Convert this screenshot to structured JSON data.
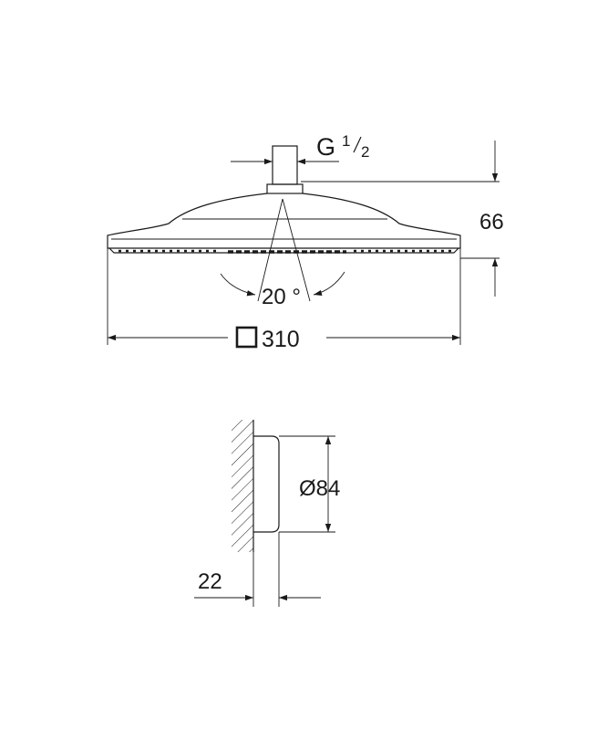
{
  "labels": {
    "thread_letter": "G",
    "thread_num": "1",
    "thread_den": "2",
    "height": "66",
    "angle": "20 °",
    "width": "310",
    "diameter": "Ø84",
    "depth": "22"
  },
  "colors": {
    "line": "#1a1a1a",
    "background": "#ffffff"
  }
}
